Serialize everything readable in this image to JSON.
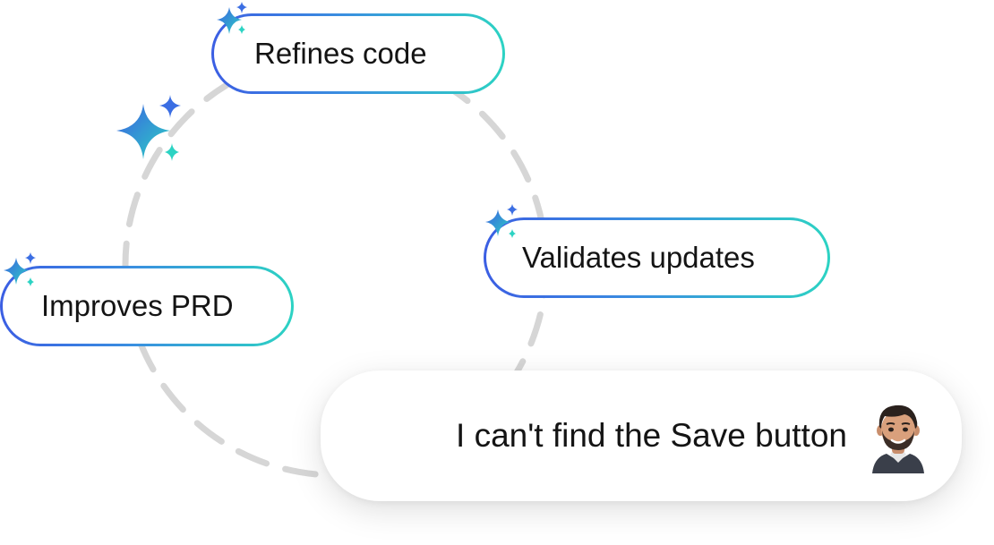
{
  "steps": [
    {
      "label": "Refines code"
    },
    {
      "label": "Validates updates"
    },
    {
      "label": "Improves PRD"
    }
  ],
  "chat": {
    "message": "I can't find the Save button"
  },
  "icons": {
    "sparkle": "sparkle-icon",
    "avatar": "user-avatar"
  },
  "colors": {
    "gradient_start": "#3b5ee3",
    "gradient_end": "#2cd3c3",
    "dash": "#d6d6d6",
    "text": "#141414"
  }
}
